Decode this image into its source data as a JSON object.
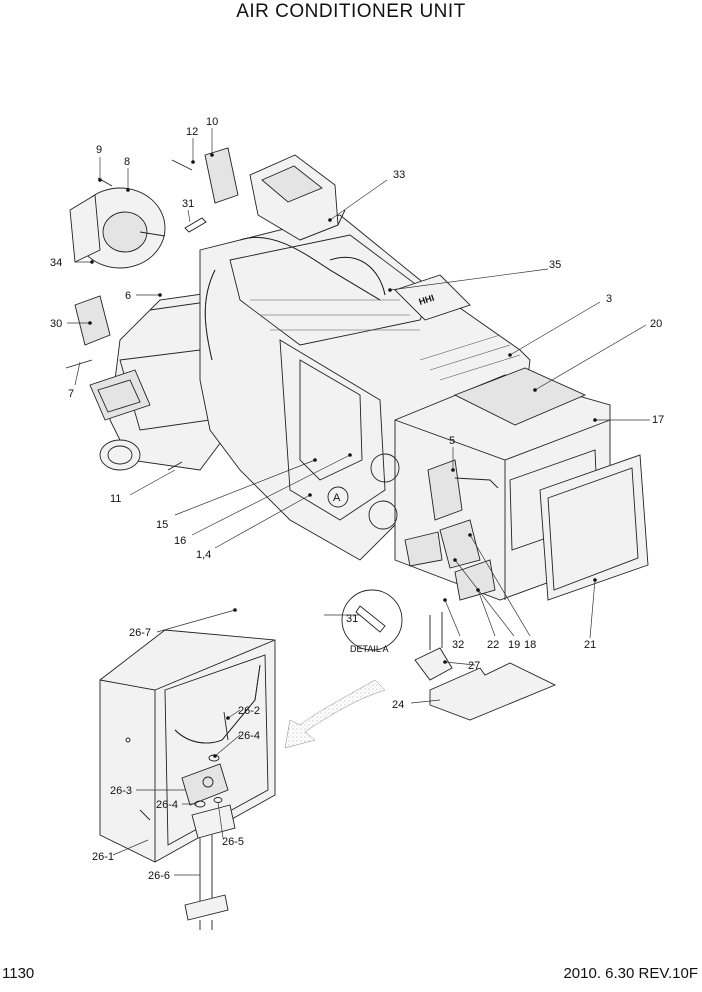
{
  "title": "AIR CONDITIONER UNIT",
  "page_number": "1130",
  "footer": "2010. 6.30  REV.10F",
  "detail_label": "DETAIL A",
  "callout_a": "A",
  "nameplate": "HHI",
  "callouts": {
    "c1_4": "1,4",
    "c3": "3",
    "c5": "5",
    "c6": "6",
    "c7": "7",
    "c8": "8",
    "c9": "9",
    "c10": "10",
    "c11": "11",
    "c12": "12",
    "c15": "15",
    "c16": "16",
    "c17": "17",
    "c18": "18",
    "c19": "19",
    "c20": "20",
    "c21": "21",
    "c22": "22",
    "c24": "24",
    "c26_1": "26-1",
    "c26_2": "26-2",
    "c26_3": "26-3",
    "c26_4a": "26-4",
    "c26_4b": "26-4",
    "c26_5": "26-5",
    "c26_6": "26-6",
    "c26_7": "26-7",
    "c27": "27",
    "c30": "30",
    "c31a": "31",
    "c31b": "31",
    "c32": "32",
    "c33": "33",
    "c34": "34",
    "c35": "35"
  }
}
